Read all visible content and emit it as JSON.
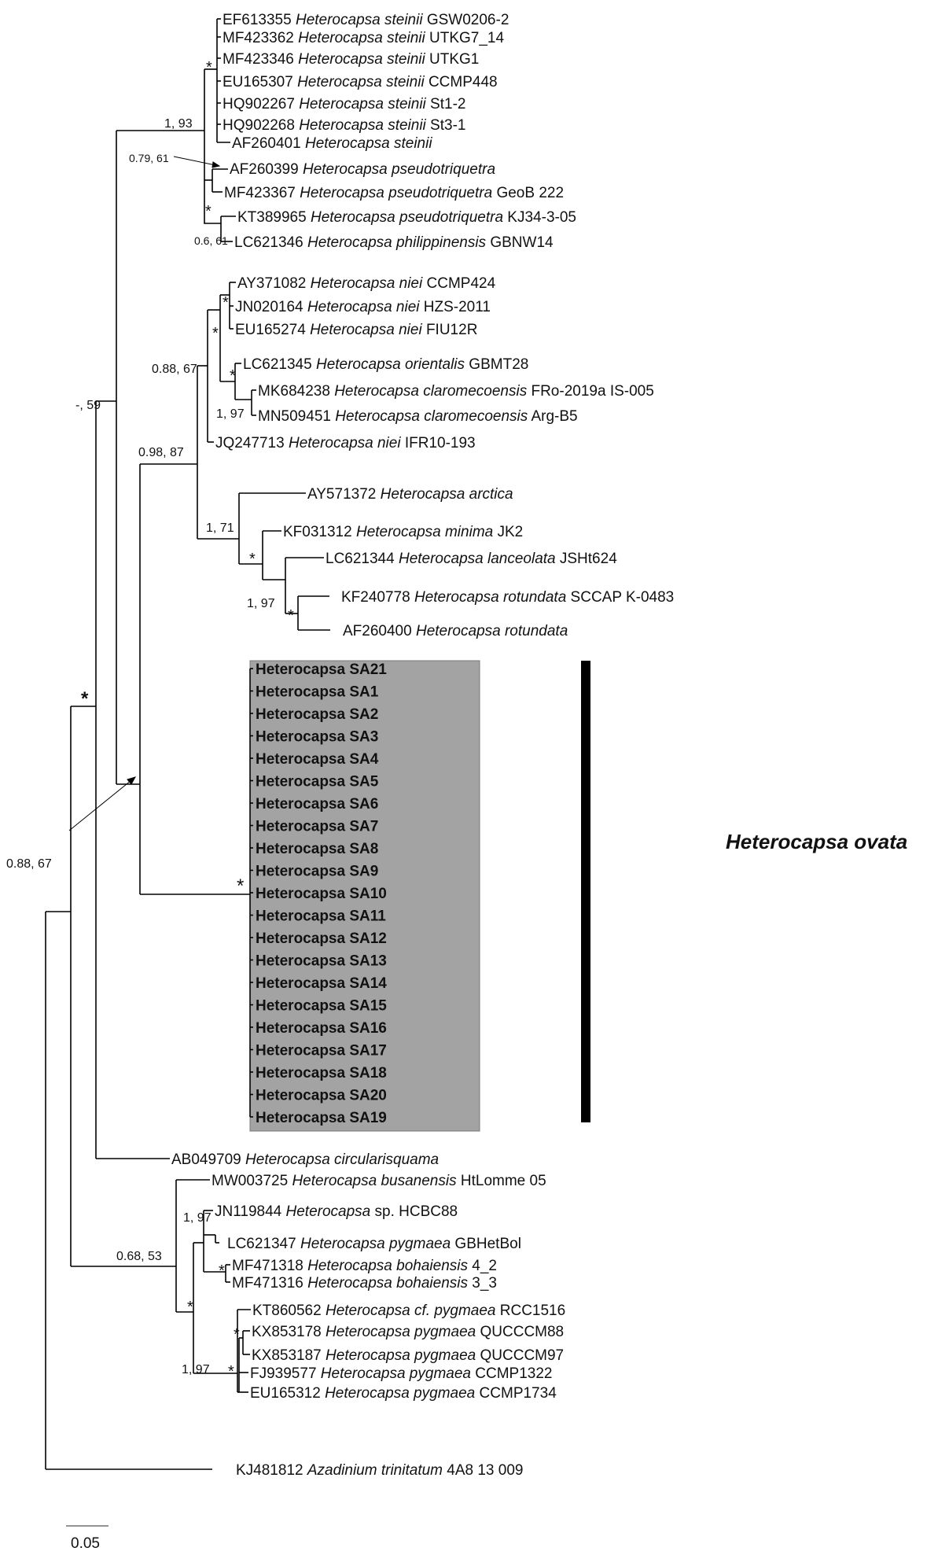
{
  "tips": [
    {
      "id": "t01",
      "acc": "EF613355",
      "genus": "Heterocapsa",
      "species": "steinii",
      "strain": "GSW0206-2"
    },
    {
      "id": "t02",
      "acc": "MF423362",
      "genus": "Heterocapsa",
      "species": "steinii",
      "strain": "UTKG7_14"
    },
    {
      "id": "t03",
      "acc": "MF423346",
      "genus": "Heterocapsa",
      "species": "steinii",
      "strain": "UTKG1"
    },
    {
      "id": "t04",
      "acc": "EU165307",
      "genus": "Heterocapsa",
      "species": "steinii",
      "strain": "CCMP448"
    },
    {
      "id": "t05",
      "acc": "HQ902267",
      "genus": "Heterocapsa",
      "species": "steinii",
      "strain": "St1-2"
    },
    {
      "id": "t06",
      "acc": "HQ902268",
      "genus": "Heterocapsa",
      "species": "steinii",
      "strain": "St3-1"
    },
    {
      "id": "t07",
      "acc": "AF260401",
      "genus": "Heterocapsa",
      "species": "steinii",
      "strain": ""
    },
    {
      "id": "t08",
      "acc": "AF260399",
      "genus": "Heterocapsa",
      "species": "pseudotriquetra",
      "strain": ""
    },
    {
      "id": "t09",
      "acc": "MF423367",
      "genus": "Heterocapsa",
      "species": "pseudotriquetra",
      "strain": "GeoB 222"
    },
    {
      "id": "t10",
      "acc": "KT389965",
      "genus": "Heterocapsa",
      "species": "pseudotriquetra",
      "strain": "KJ34-3-05"
    },
    {
      "id": "t11",
      "acc": "LC621346",
      "genus": "Heterocapsa",
      "species": "philippinensis",
      "strain": "GBNW14"
    },
    {
      "id": "t12",
      "acc": "AY371082",
      "genus": "Heterocapsa",
      "species": "niei",
      "strain": "CCMP424"
    },
    {
      "id": "t13",
      "acc": "JN020164",
      "genus": "Heterocapsa",
      "species": "niei",
      "strain": "HZS-2011"
    },
    {
      "id": "t14",
      "acc": "EU165274",
      "genus": "Heterocapsa",
      "species": "niei",
      "strain": "FIU12R"
    },
    {
      "id": "t15",
      "acc": "LC621345",
      "genus": "Heterocapsa",
      "species": "orientalis",
      "strain": "GBMT28"
    },
    {
      "id": "t16",
      "acc": "MK684238",
      "genus": "Heterocapsa",
      "species": "claromecoensis",
      "strain": "FRo-2019a IS-005"
    },
    {
      "id": "t17",
      "acc": "MN509451",
      "genus": "Heterocapsa",
      "species": "claromecoensis",
      "strain": "Arg-B5"
    },
    {
      "id": "t18",
      "acc": "JQ247713",
      "genus": "Heterocapsa",
      "species": "niei",
      "strain": "IFR10-193"
    },
    {
      "id": "t19",
      "acc": "AY571372",
      "genus": "Heterocapsa",
      "species": "arctica",
      "strain": ""
    },
    {
      "id": "t20",
      "acc": "KF031312",
      "genus": "Heterocapsa",
      "species": "minima",
      "strain": "JK2"
    },
    {
      "id": "t21",
      "acc": "LC621344",
      "genus": "Heterocapsa",
      "species": "lanceolata",
      "strain": "JSHt624"
    },
    {
      "id": "t22",
      "acc": "KF240778",
      "genus": "Heterocapsa",
      "species": "rotundata",
      "strain": "SCCAP K-0483"
    },
    {
      "id": "t23",
      "acc": "AF260400",
      "genus": "Heterocapsa",
      "species": "rotundata",
      "strain": ""
    },
    {
      "id": "t24",
      "acc": "AB049709",
      "genus": "Heterocapsa",
      "species": "circularisquama",
      "strain": ""
    },
    {
      "id": "t25",
      "acc": "MW003725",
      "genus": "Heterocapsa",
      "species": "busanensis",
      "strain": "HtLomme 05"
    },
    {
      "id": "t26",
      "acc": "JN119844",
      "genus": "Heterocapsa",
      "species": "",
      "strain": "sp. HCBC88"
    },
    {
      "id": "t27",
      "acc": "LC621347",
      "genus": "Heterocapsa",
      "species": "pygmaea",
      "strain": "GBHetBol"
    },
    {
      "id": "t28",
      "acc": "MF471318",
      "genus": "Heterocapsa",
      "species": "bohaiensis",
      "strain": "4_2"
    },
    {
      "id": "t29",
      "acc": "MF471316",
      "genus": "Heterocapsa",
      "species": "bohaiensis",
      "strain": "3_3"
    },
    {
      "id": "t30",
      "acc": "KT860562",
      "genus": "Heterocapsa",
      "species": "cf. pygmaea",
      "strain": "RCC1516"
    },
    {
      "id": "t31",
      "acc": "KX853178",
      "genus": "Heterocapsa",
      "species": "pygmaea",
      "strain": "QUCCCM88"
    },
    {
      "id": "t32",
      "acc": "KX853187",
      "genus": "Heterocapsa",
      "species": "pygmaea",
      "strain": "QUCCCM97"
    },
    {
      "id": "t33",
      "acc": "FJ939577",
      "genus": "Heterocapsa",
      "species": "pygmaea",
      "strain": "CCMP1322"
    },
    {
      "id": "t34",
      "acc": "EU165312",
      "genus": "Heterocapsa",
      "species": "pygmaea",
      "strain": "CCMP1734"
    },
    {
      "id": "t35",
      "acc": "KJ481812",
      "genus": "Azadinium",
      "species": "trinitatum",
      "strain": "4A8 13 009"
    }
  ],
  "sa_tips": [
    "Heterocapsa SA21",
    "Heterocapsa SA1",
    "Heterocapsa SA2",
    "Heterocapsa SA3",
    "Heterocapsa SA4",
    "Heterocapsa SA5",
    "Heterocapsa SA6",
    "Heterocapsa SA7",
    "Heterocapsa SA8",
    "Heterocapsa SA9",
    "Heterocapsa SA10",
    "Heterocapsa SA11",
    "Heterocapsa SA12",
    "Heterocapsa SA13",
    "Heterocapsa SA14",
    "Heterocapsa SA15",
    "Heterocapsa SA16",
    "Heterocapsa SA17",
    "Heterocapsa SA18",
    "Heterocapsa SA20",
    "Heterocapsa SA19"
  ],
  "clade_label": "Heterocapsa ovata",
  "supports": {
    "s_193": "1, 93",
    "s_0961": "0.79, 61",
    "s_0661": "0.6, 61",
    "s_n59": "-, 59",
    "s_0867a": "0.88, 67",
    "s_197a": "1, 97",
    "s_0987": "0.98, 87",
    "s_171": "1, 71",
    "s_197b": "1, 97",
    "s_0867b": "0.88, 67",
    "s_197c": "1, 97",
    "s_0653": "0.68, 53",
    "s_197d": "1, 97"
  },
  "star_symbol": "*",
  "scale_bar": {
    "label": "0.05"
  },
  "colors": {
    "line": "#000000",
    "highlight": "#a3a3a3",
    "clade_bar": "#000000"
  }
}
